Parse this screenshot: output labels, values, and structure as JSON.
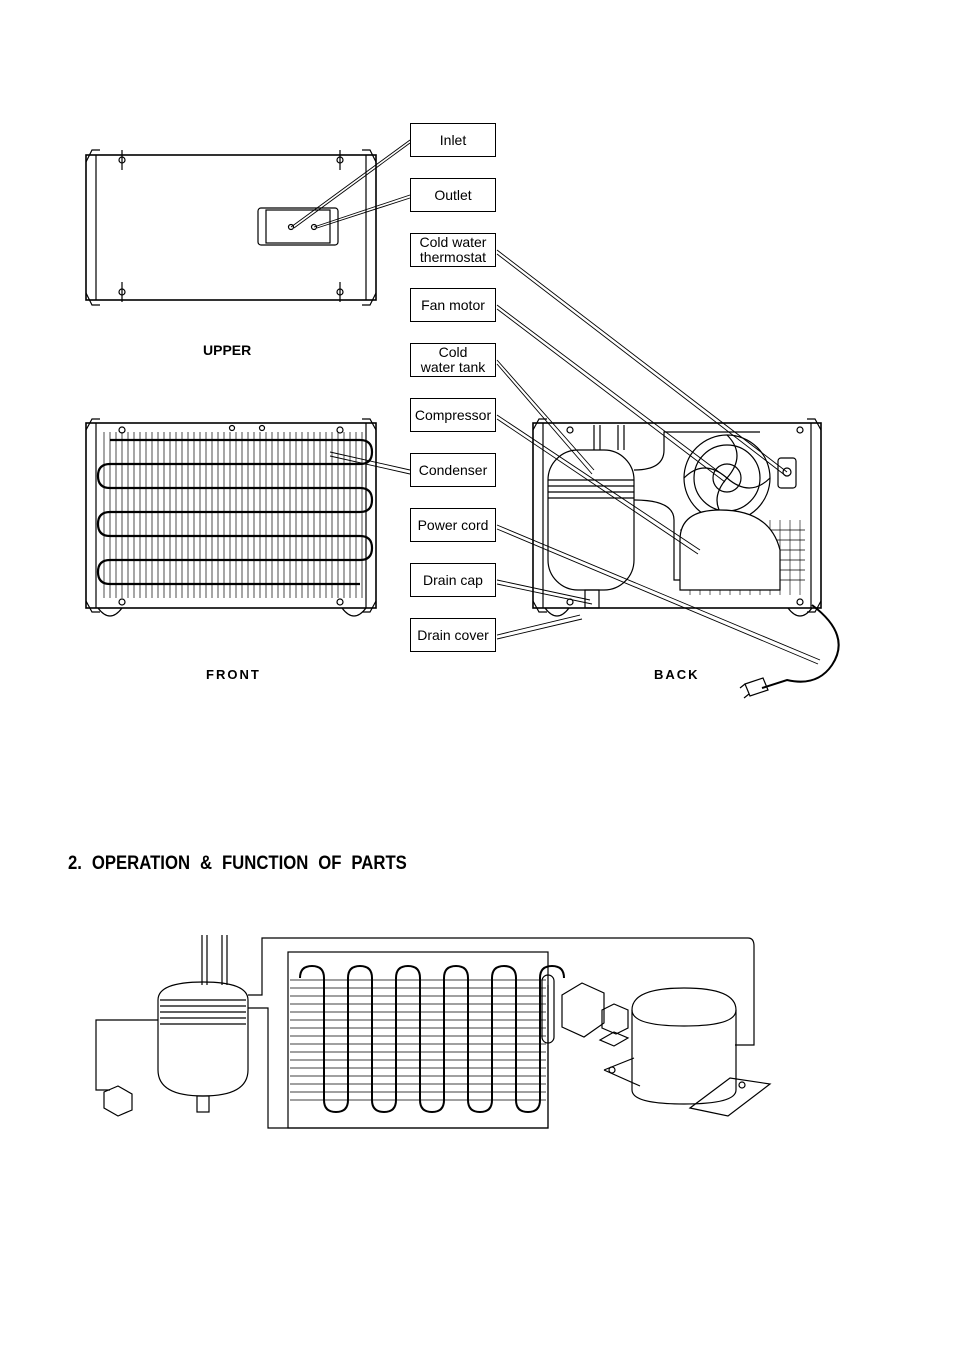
{
  "views": {
    "upper": "UPPER",
    "front": "FRONT",
    "back": "BACK"
  },
  "callouts": [
    "Inlet",
    "Outlet",
    "Cold water\nthermostat",
    "Fan motor",
    "Cold\nwater tank",
    "Compressor",
    "Condenser",
    "Power cord",
    "Drain cap",
    "Drain cover"
  ],
  "section": {
    "title": "2.  OPERATION  &  FUNCTION  OF  PARTS"
  }
}
